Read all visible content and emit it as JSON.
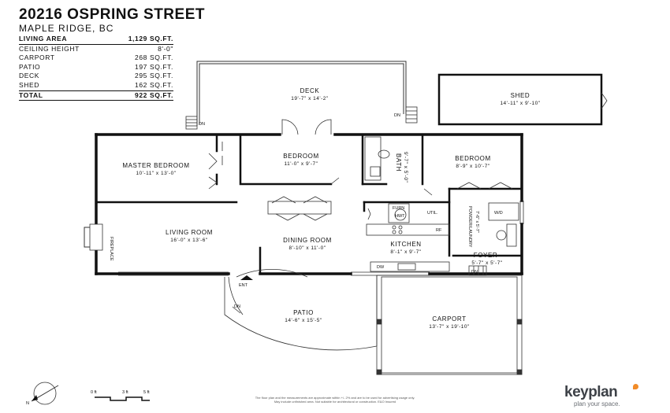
{
  "header": {
    "address": "20216 OSPRING STREET",
    "city": "MAPLE RIDGE, BC"
  },
  "areas": [
    {
      "label": "LIVING AREA",
      "value": "1,129 SQ.FT.",
      "bold": true
    },
    {
      "label": "CEILING HEIGHT",
      "value": "8'-0\"",
      "bold": false
    },
    {
      "label": "CARPORT",
      "value": "268 SQ.FT.",
      "bold": false
    },
    {
      "label": "PATIO",
      "value": "197 SQ.FT.",
      "bold": false
    },
    {
      "label": "DECK",
      "value": "295 SQ.FT.",
      "bold": false
    },
    {
      "label": "SHED",
      "value": "162 SQ.FT.",
      "bold": false
    },
    {
      "label": "TOTAL",
      "value": "922 SQ.FT.",
      "bold": true
    }
  ],
  "rooms": {
    "deck": {
      "name": "DECK",
      "dims": "19'-7\" x 14'-2\""
    },
    "shed": {
      "name": "SHED",
      "dims": "14'-11\" x 9'-10\""
    },
    "master": {
      "name": "MASTER BEDROOM",
      "dims": "10'-11\" x 13'-0\""
    },
    "bedroom1": {
      "name": "BEDROOM",
      "dims": "11'-0\" x 9'-7\""
    },
    "bedroom2": {
      "name": "BEDROOM",
      "dims": "8'-9\" x 10'-7\""
    },
    "bath": {
      "name": "BATH",
      "dims": "9'-7\" x 5'-0\""
    },
    "living": {
      "name": "LIVING ROOM",
      "dims": "16'-0\" x 13'-6\""
    },
    "dining": {
      "name": "DINING ROOM",
      "dims": "8'-10\" x 11'-0\""
    },
    "kitchen": {
      "name": "KITCHEN",
      "dims": "8'-1\" x 9'-7\""
    },
    "foyer": {
      "name": "FOYER",
      "dims": "5'-7\" x 5'-7\""
    },
    "powder": {
      "name": "POWDER/LAUNDRY",
      "dims": "7'-6\" x 5'-7\""
    },
    "patio": {
      "name": "PATIO",
      "dims": "14'-6\" x 15'-5\""
    },
    "carport": {
      "name": "CARPORT",
      "dims": "13'-7\" x 19'-10\""
    }
  },
  "fixtures": {
    "util": "UTIL.",
    "furn": "FURN",
    "hwt": "HWT",
    "wd": "W/D",
    "rf": "RF",
    "dw": "DW",
    "fireplace": "FIREPLACE"
  },
  "markers": {
    "dn": "DN",
    "ent": "ENT"
  },
  "scale": {
    "north": "N",
    "s0": "0 ft",
    "s3": "3 ft",
    "s5": "5 ft"
  },
  "footer": {
    "disclaimer1": "The floor plan and the measurements are approximate within +/- 2% and are to be used for advertising usage only.",
    "disclaimer2": "May include unfinished area. Not suitable for architectural or construction. E&O Insured",
    "brand": "keyplan",
    "tagline": "plan your space."
  }
}
